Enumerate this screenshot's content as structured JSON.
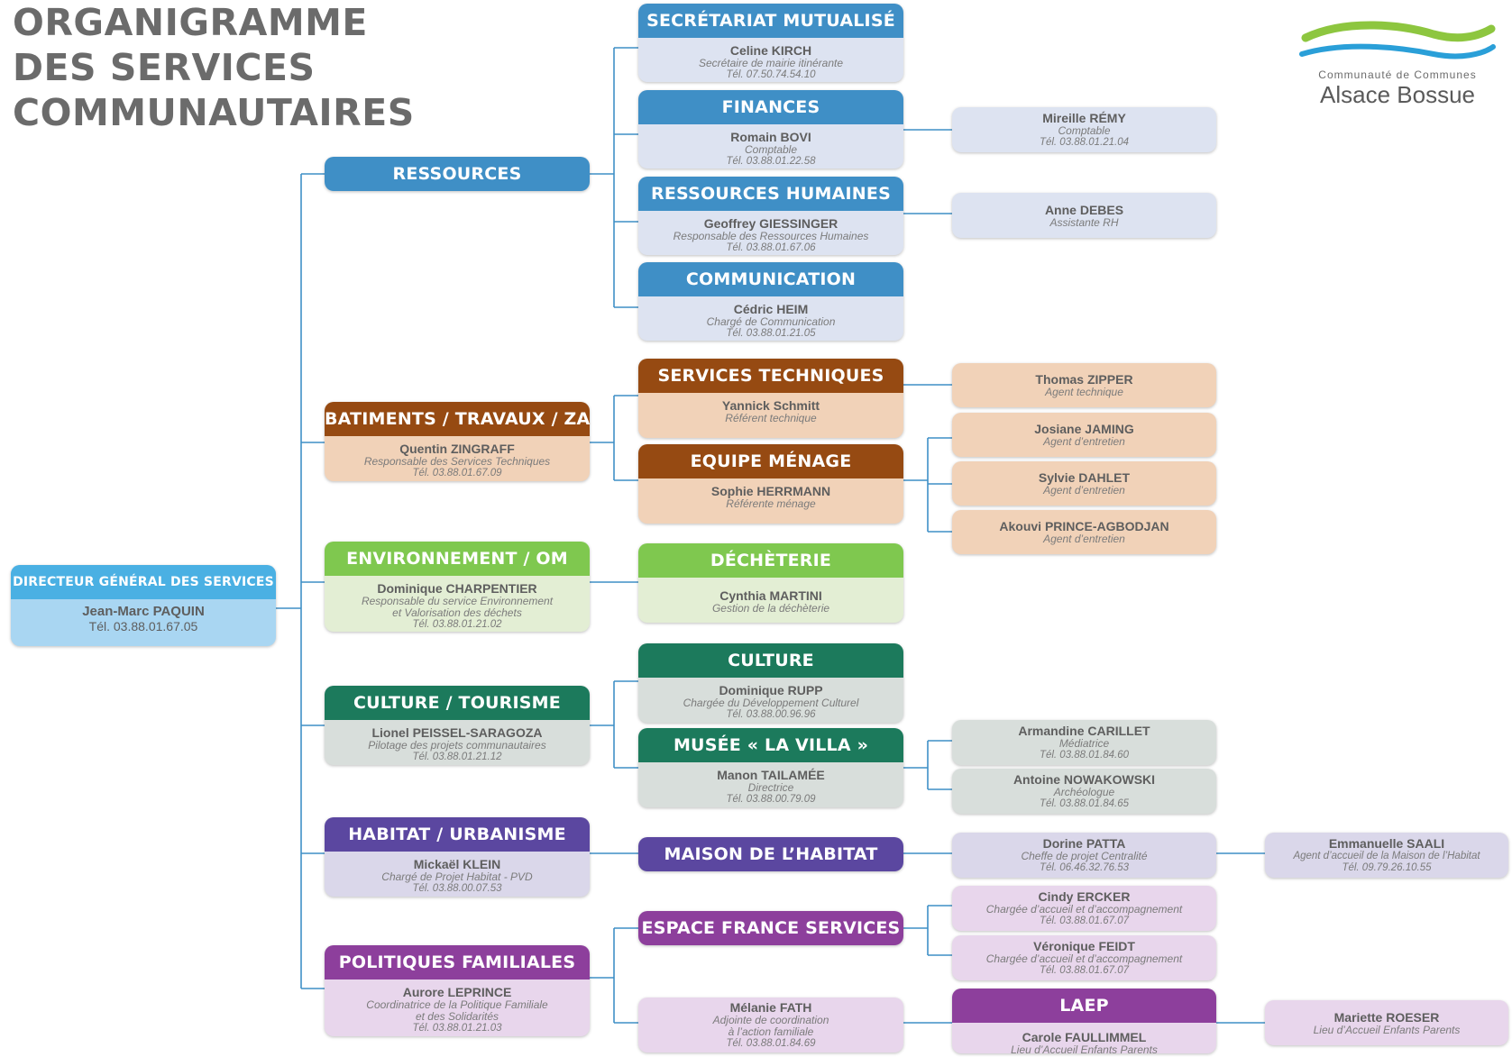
{
  "page": {
    "title_lines": [
      "ORGANIGRAMME",
      "DES SERVICES",
      "COMMUNAUTAIRES"
    ]
  },
  "logo": {
    "subtitle": "Communauté de Communes",
    "name": "Alsace Bossue",
    "colors": [
      "#8dc63f",
      "#2a9fd8"
    ]
  },
  "colors": {
    "blue_header": "#3f8fc6",
    "blue_body": "#dde3f1",
    "blue_light_header": "#4ab0e3",
    "blue_light_body": "#a9d6f2",
    "brown_header": "#964a12",
    "brown_body": "#f1d2b8",
    "green_header": "#7fc84f",
    "green_body": "#e3eed4",
    "teal_header": "#1c7a5c",
    "teal_body": "#d8dedb",
    "indigo_header": "#5b47a0",
    "indigo_body": "#dad7ea",
    "purple_header": "#8d3f9c",
    "purple_body": "#e8d6ec",
    "connector": "#3f8fc6"
  },
  "director": {
    "header": "DIRECTEUR GÉNÉRAL DES SERVICES",
    "name": "Jean-Marc PAQUIN",
    "tel": "Tél. 03.88.01.67.05"
  },
  "departments": {
    "ressources": {
      "header": "RESSOURCES"
    },
    "batiments": {
      "header": "BATIMENTS / TRAVAUX / ZAE",
      "name": "Quentin ZINGRAFF",
      "role": "Responsable des Services Techniques",
      "tel": "Tél. 03.88.01.67.09"
    },
    "environnement": {
      "header": "ENVIRONNEMENT / OM",
      "name": "Dominique CHARPENTIER",
      "role": [
        "Responsable du service Environnement",
        "et Valorisation des déchets"
      ],
      "tel": "Tél. 03.88.01.21.02"
    },
    "culture_tourisme": {
      "header": "CULTURE / TOURISME",
      "name": "Lionel PEISSEL-SARAGOZA",
      "role": "Pilotage des projets communautaires",
      "tel": "Tél. 03.88.01.21.12"
    },
    "habitat": {
      "header": "HABITAT / URBANISME",
      "name": "Mickaël KLEIN",
      "role": "Chargé de Projet Habitat - PVD",
      "tel": "Tél. 03.88.00.07.53"
    },
    "politiques": {
      "header": "POLITIQUES FAMILIALES",
      "name": "Aurore LEPRINCE",
      "role": [
        "Coordinatrice de la Politique Familiale",
        "et des Solidarités"
      ],
      "tel": "Tél. 03.88.01.21.03"
    }
  },
  "services": {
    "secretariat": {
      "header": "SECRÉTARIAT MUTUALISÉ",
      "name": "Celine KIRCH",
      "role": "Secrétaire de mairie itinérante",
      "tel": "Tél. 07.50.74.54.10"
    },
    "finances": {
      "header": "FINANCES",
      "name": "Romain BOVI",
      "role": "Comptable",
      "tel": "Tél. 03.88.01.22.58"
    },
    "rh": {
      "header": "RESSOURCES HUMAINES",
      "name": "Geoffrey GIESSINGER",
      "role": "Responsable des Ressources Humaines",
      "tel": "Tél. 03.88.01.67.06"
    },
    "communication": {
      "header": "COMMUNICATION",
      "name": "Cédric HEIM",
      "role": "Chargé de Communication",
      "tel": "Tél. 03.88.01.21.05"
    },
    "techniques": {
      "header": "SERVICES TECHNIQUES",
      "name": "Yannick Schmitt",
      "role": "Référent technique"
    },
    "menage": {
      "header": "EQUIPE MÉNAGE",
      "name": "Sophie HERRMANN",
      "role": "Référente ménage"
    },
    "decheterie": {
      "header": "DÉCHÈTERIE",
      "name": "Cynthia MARTINI",
      "role": "Gestion de la déchèterie"
    },
    "culture": {
      "header": "CULTURE",
      "name": "Dominique RUPP",
      "role": "Chargée du Développement Culturel",
      "tel": "Tél. 03.88.00.96.96"
    },
    "musee": {
      "header": "MUSÉE « LA VILLA »",
      "name": "Manon TAILAMÉE",
      "role": "Directrice",
      "tel": "Tél. 03.88.00.79.09"
    },
    "maison_habitat": {
      "header": "MAISON DE L’HABITAT"
    },
    "france_services": {
      "header": "ESPACE FRANCE SERVICES"
    },
    "melanie": {
      "name": "Mélanie FATH",
      "role": [
        "Adjointe de coordination",
        "à l’action familiale"
      ],
      "tel": "Tél. 03.88.01.84.69"
    },
    "laep": {
      "header": "LAEP",
      "name": "Carole FAULLIMMEL",
      "role": "Lieu d’Accueil Enfants Parents"
    }
  },
  "staff": {
    "mireille": {
      "name": "Mireille RÉMY",
      "role": "Comptable",
      "tel": "Tél. 03.88.01.21.04"
    },
    "anne": {
      "name": "Anne DEBES",
      "role": "Assistante RH"
    },
    "thomas": {
      "name": "Thomas ZIPPER",
      "role": "Agent technique"
    },
    "josiane": {
      "name": "Josiane JAMING",
      "role": "Agent d’entretien"
    },
    "sylvie": {
      "name": "Sylvie DAHLET",
      "role": "Agent d’entretien"
    },
    "akouvi": {
      "name": "Akouvi PRINCE-AGBODJAN",
      "role": "Agent d’entretien"
    },
    "armandine": {
      "name": "Armandine CARILLET",
      "role": "Médiatrice",
      "tel": "Tél. 03.88.01.84.60"
    },
    "antoine": {
      "name": "Antoine NOWAKOWSKI",
      "role": "Archéologue",
      "tel": "Tél. 03.88.01.84.65"
    },
    "dorine": {
      "name": "Dorine PATTA",
      "role": "Cheffe de projet Centralité",
      "tel": "Tél. 06.46.32.76.53"
    },
    "emmanuelle": {
      "name": "Emmanuelle SAALI",
      "role": "Agent d’accueil de la Maison de l’Habitat",
      "tel": "Tél. 09.79.26.10.55"
    },
    "cindy": {
      "name": "Cindy ERCKER",
      "role": "Chargée d’accueil et d’accompagnement",
      "tel": "Tél. 03.88.01.67.07"
    },
    "veronique": {
      "name": "Véronique FEIDT",
      "role": "Chargée d’accueil et d’accompagnement",
      "tel": "Tél. 03.88.01.67.07"
    },
    "mariette": {
      "name": "Mariette ROESER",
      "role": "Lieu d’Accueil Enfants Parents"
    }
  }
}
